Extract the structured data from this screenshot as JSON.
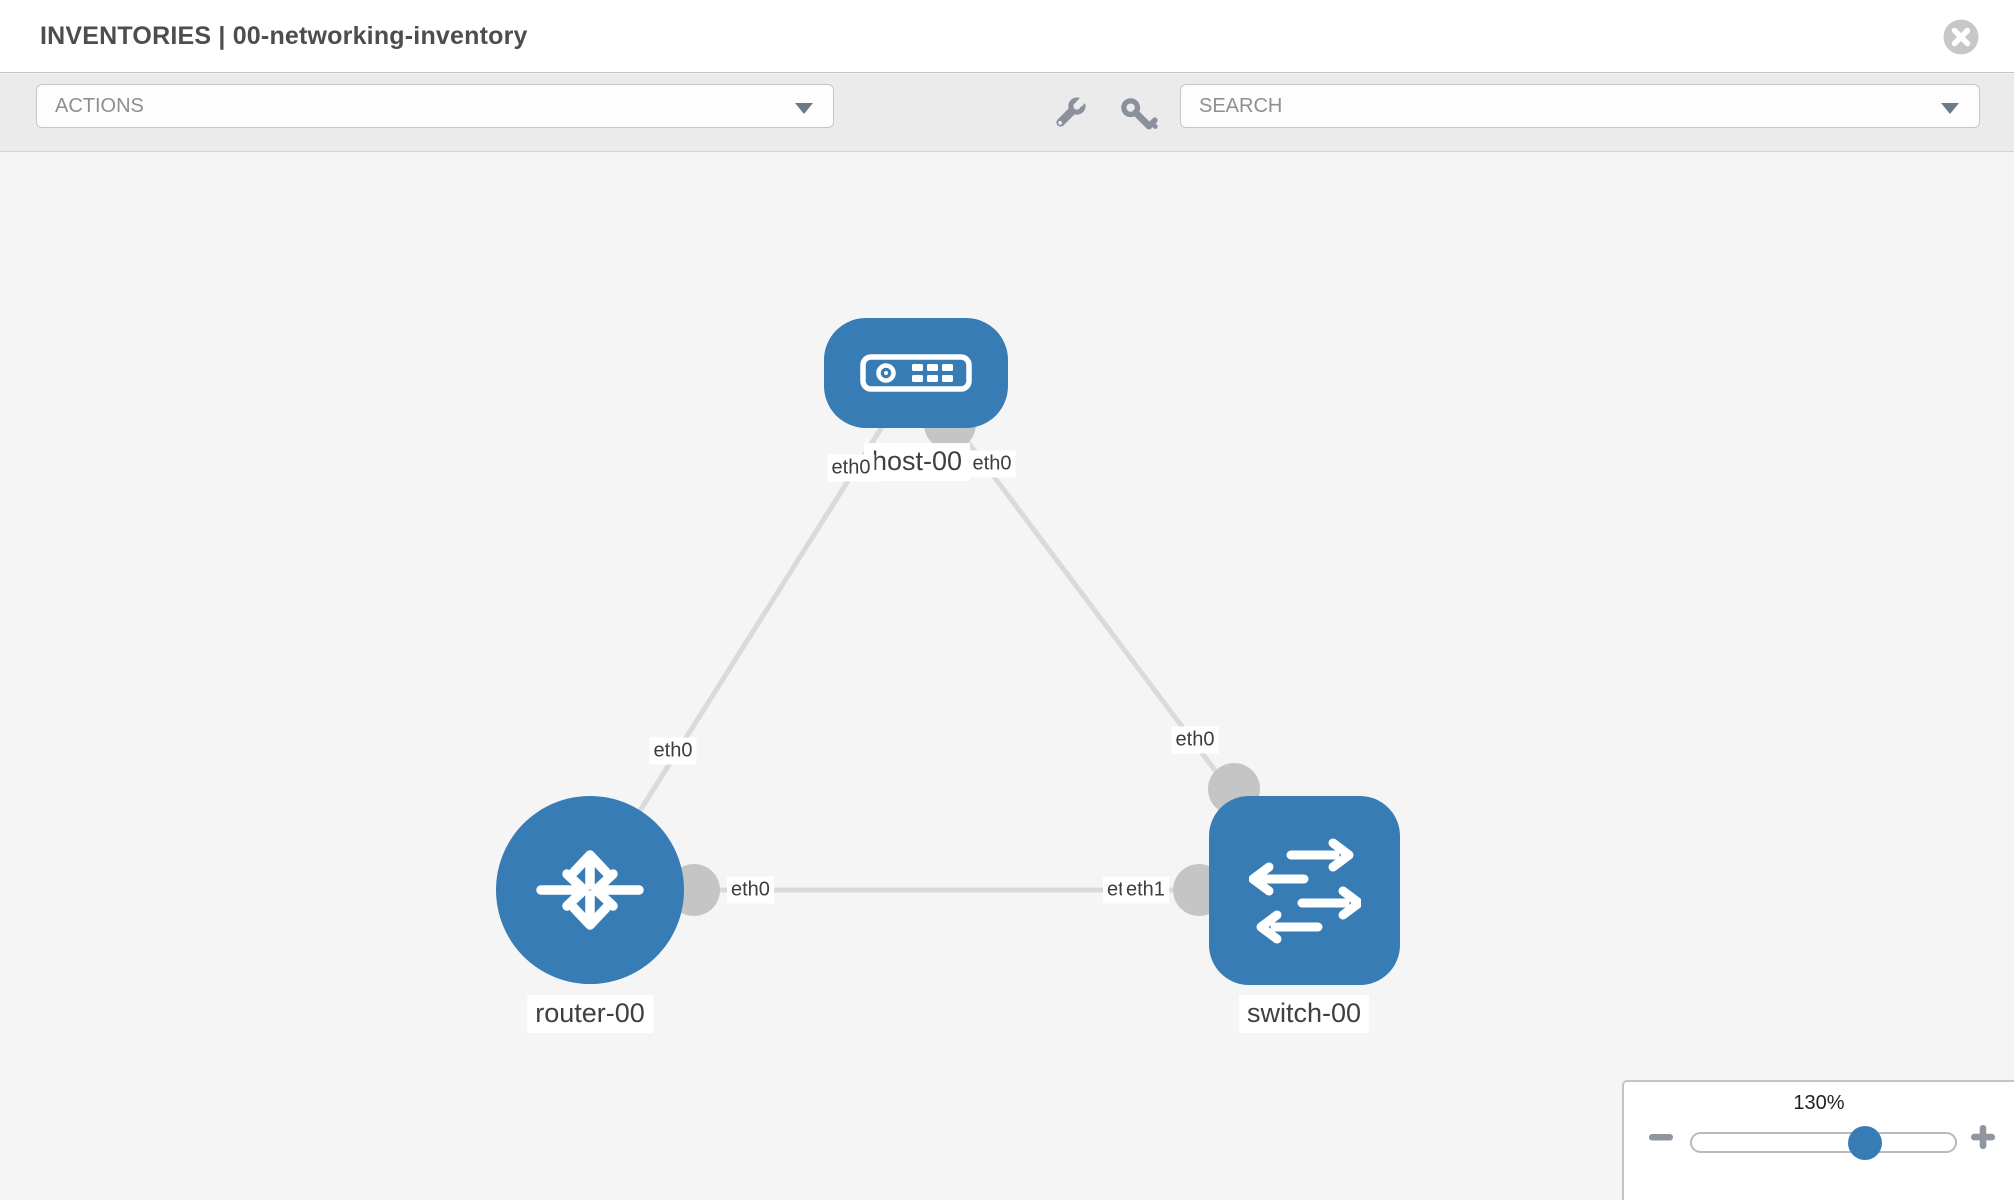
{
  "header": {
    "title": "INVENTORIES | 00-networking-inventory"
  },
  "toolbar": {
    "actions_label": "ACTIONS",
    "search_label": "SEARCH"
  },
  "diagram": {
    "nodes": [
      {
        "id": "host-00",
        "label": "host-00",
        "type": "host"
      },
      {
        "id": "router-00",
        "label": "router-00",
        "type": "router"
      },
      {
        "id": "switch-00",
        "label": "switch-00",
        "type": "switch"
      }
    ],
    "links": [
      {
        "source": "host-00",
        "source_if": "eth0",
        "target": "router-00",
        "target_if": "eth0"
      },
      {
        "source": "host-00",
        "source_if": "eth0",
        "target": "switch-00",
        "target_if": "eth0"
      },
      {
        "source": "router-00",
        "source_if": "eth0",
        "target": "switch-00",
        "target_if": "eth1",
        "target_if_overlap": "eth0"
      }
    ]
  },
  "zoom_control": {
    "value": "130%"
  },
  "icons": {
    "close": "x-circle",
    "actions_caret": "caret-down",
    "search_caret": "caret-down",
    "wrench": "wrench",
    "key": "key",
    "host": "server",
    "router": "arrows-cross",
    "switch": "arrows-exchange",
    "zoom_out": "minus",
    "zoom_in": "plus"
  },
  "colors": {
    "node_blue": "#377cb5",
    "edge_gray": "#dadada",
    "connector_gray": "#c5c5c5",
    "toolbar_gray": "#ebebeb",
    "canvas_gray": "#f5f5f5"
  }
}
